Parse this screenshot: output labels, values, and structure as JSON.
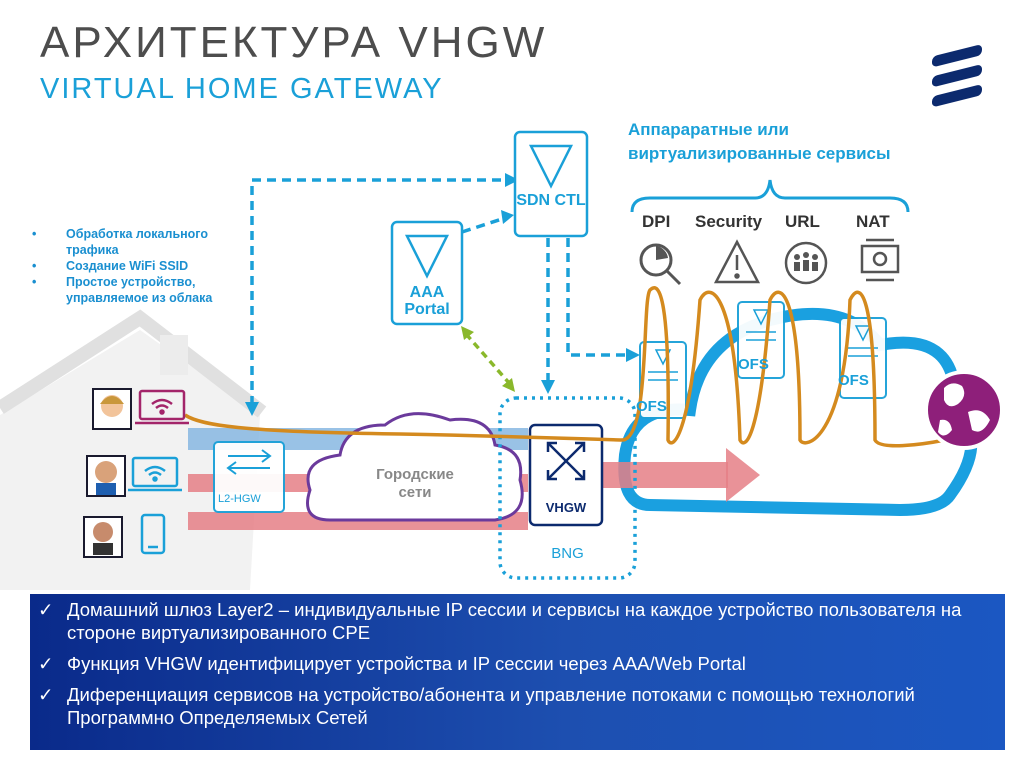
{
  "title": "АРХИТЕКТУРА VHGW",
  "subtitle": "VIRTUAL HOME GATEWAY",
  "services_heading": "Аппараратные или виртуализированные сервисы",
  "services": [
    "DPI",
    "Security",
    "URL",
    "NAT"
  ],
  "features": [
    "Обработка локального трафика",
    "Создание WiFi SSID",
    "Простое устройство, управляемое из облака"
  ],
  "nodes": {
    "sdn_ctl": "SDN CTL",
    "aaa_portal": "AAA Portal",
    "l2_hgw": "L2-HGW",
    "city_networks": "Городские сети",
    "vhgw": "VHGW",
    "bng": "BNG",
    "ofs": "OFS"
  },
  "bullets": [
    "Домашний шлюз Layer2   – индивидуальные IP сессии и сервисы на каждое устройство пользователя на стороне виртуализированного CPE",
    "Функция VHGW идентифицирует устройства и IP сессии  через AAA/Web Portal",
    "Диференциация  сервисов на устройство/абонента и управление потоками с помощью технологий Программно Определяемых Сетей"
  ],
  "check_glyph": "✓",
  "colors": {
    "accent": "#1aa0d8",
    "title": "#4d4d4d",
    "flow_orange": "#d48a1e",
    "pipe_red": "#e57f86",
    "pipe_blue": "#7fb3e0",
    "cloud_blue": "#1aa0e0",
    "green": "#8ab82b",
    "globe": "#8e1f7a",
    "panel": "#1b4aa8"
  },
  "icons": [
    "ericsson-logo-icon",
    "triangle-icon",
    "arrows-icon",
    "magnifier-chart-icon",
    "warning-icon",
    "people-group-icon",
    "gear-icon",
    "wifi-laptop-icon",
    "phone-icon",
    "globe-icon",
    "house-icon"
  ]
}
